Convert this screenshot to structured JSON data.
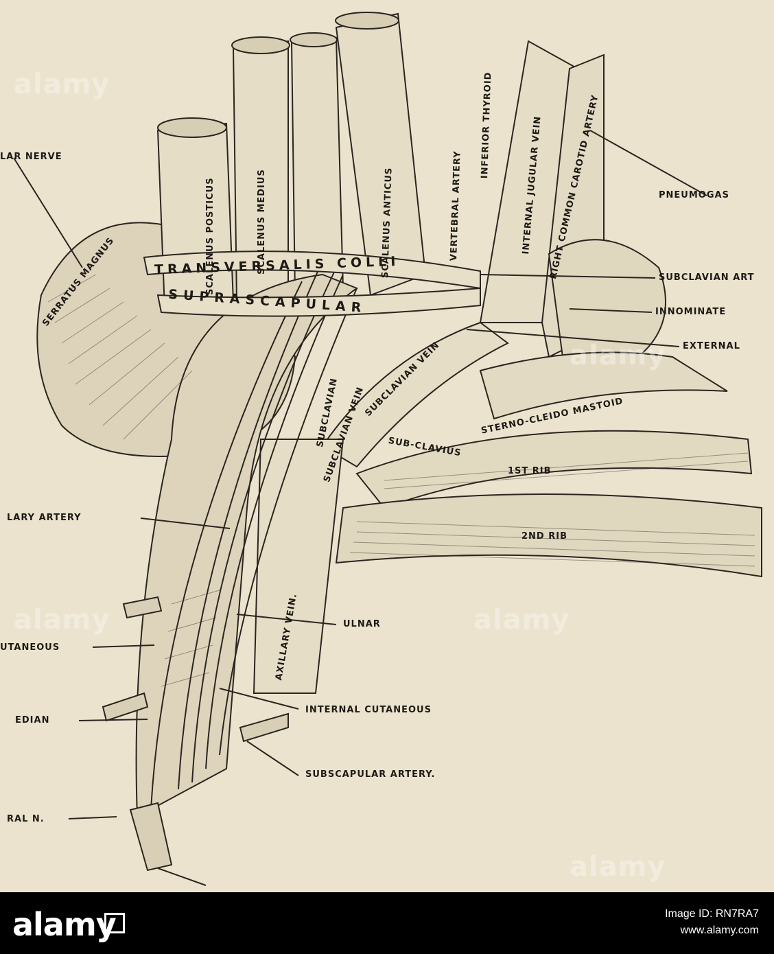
{
  "labels": {
    "scalenus_posticus": "SCALENUS POSTICUS",
    "scalenus_medius": "SCALENUS MEDIUS",
    "scalenus_anticus": "SCALENUS ANTICUS",
    "vertebral_artery": "VERTEBRAL ARTERY",
    "inferior_thyroid": "INFERIOR THYROID",
    "internal_jugular_vein": "INTERNAL JUGULAR VEIN",
    "right_common_carotid_artery": "RIGHT COMMON CAROTID ARTERY",
    "serratus_magnus": "SERRATUS MAGNUS",
    "transversalis_colli": "TRANSVERSALIS COLLI",
    "suprascapular": "SUPRASCAPULAR",
    "subclavian_artery_vert": "SUBCLAVIAN",
    "subclavian_vein": "SUBCLAVIAN VEIN",
    "subclavian_vein_lower": "SUBCLAVIAN VEIN",
    "sterno_cleido_mastoid": "STERNO-CLEIDO MASTOID",
    "sub_clavius": "SUB-CLAVIUS",
    "first_rib": "1ST RIB",
    "second_rib": "2ND RIB",
    "axillary_vein": "AXILLARY VEIN.",
    "lar_nerve": "LAR NERVE",
    "pneumogas": "PNEUMOGAS",
    "subclavian_art": "SUBCLAVIAN ART",
    "innominate": "INNOMINATE",
    "external": "EXTERNAL",
    "lary_artery": "LARY ARTERY",
    "ulnar": "ULNAR",
    "utaneous": "UTANEOUS",
    "internal_cutaneous": "INTERNAL CUTANEOUS",
    "edian": "EDIAN",
    "subscapular_artery": "SUBSCAPULAR ARTERY.",
    "ral_n": "RAL N."
  },
  "watermarks": [
    "alamy",
    "alamy",
    "alamy",
    "alamy",
    "alamy"
  ],
  "footer": {
    "logo": "alamy",
    "image_id": "Image ID: RN7RA7",
    "url": "www.alamy.com"
  },
  "colors": {
    "paper": "#ebe3cd",
    "ink": "#1d1a16",
    "footer_bg": "#000000"
  }
}
